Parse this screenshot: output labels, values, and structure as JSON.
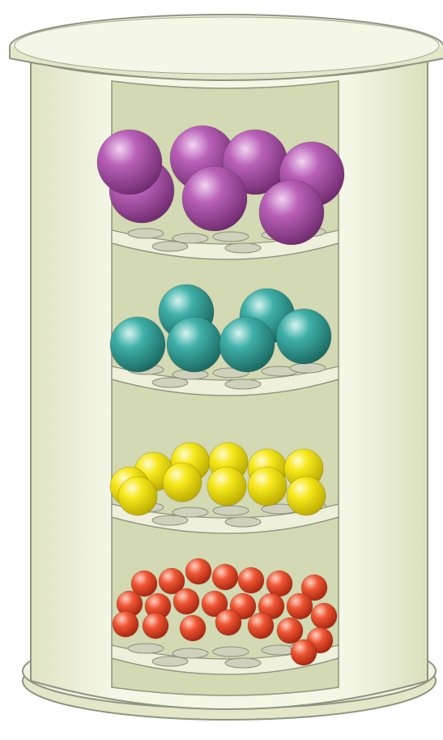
{
  "figure": {
    "subject": "sieve-column",
    "colors": {
      "background": "#ffffff",
      "body": "#ecefd8",
      "body_shade": "#dfe3c2",
      "window": "#d2d8b0",
      "outline": "#8f9380",
      "tray": "#eef0dc",
      "hole": "#cfd1bc",
      "purple": "#a44ca3",
      "teal": "#2f9e96",
      "yellow": "#f2e20e",
      "red": "#e8492a"
    },
    "tiers": [
      {
        "name": "top-tier",
        "ball_color": "purple",
        "ball_size": "largest"
      },
      {
        "name": "second-tier",
        "ball_color": "teal",
        "ball_size": "large"
      },
      {
        "name": "third-tier",
        "ball_color": "yellow",
        "ball_size": "medium"
      },
      {
        "name": "bottom-tier",
        "ball_color": "red",
        "ball_size": "smallest"
      }
    ]
  }
}
